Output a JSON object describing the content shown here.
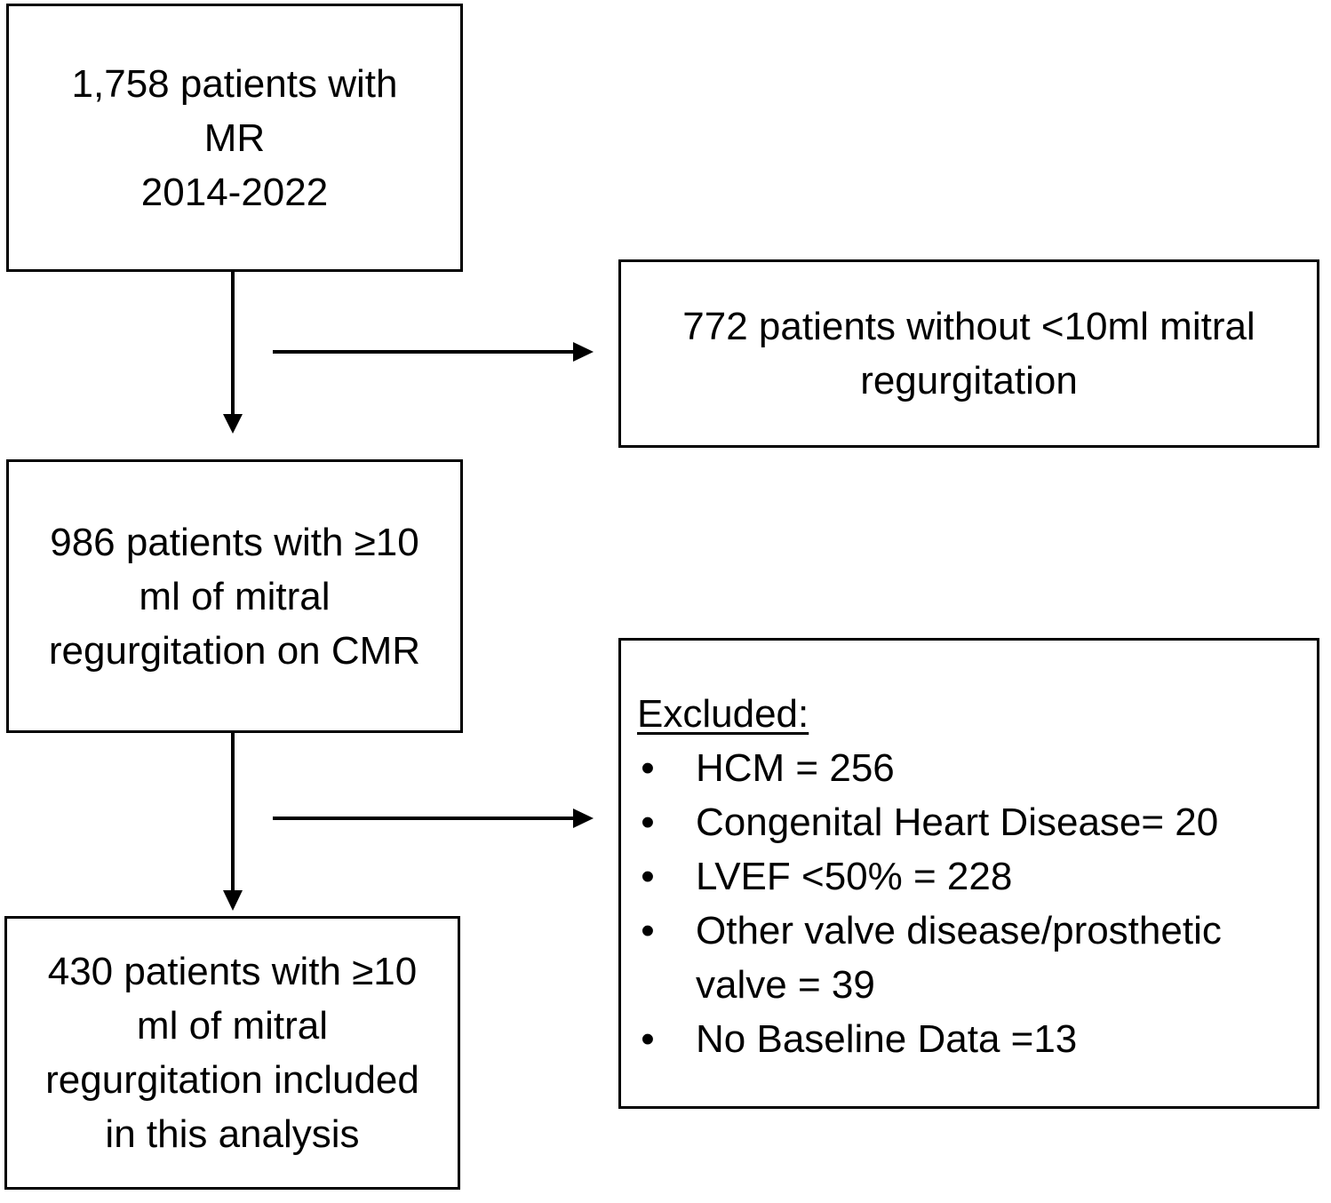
{
  "boxes": {
    "start": {
      "lines": [
        "1,758 patients with",
        "MR",
        "2014-2022"
      ]
    },
    "exclusion_1": {
      "lines": [
        "772 patients without <10ml mitral",
        "regurgitation"
      ]
    },
    "middle": {
      "lines": [
        "986 patients with ≥10",
        "ml of mitral",
        "regurgitation on CMR"
      ]
    },
    "final": {
      "lines": [
        "430 patients with ≥10",
        "ml of mitral",
        "regurgitation included",
        "in this analysis"
      ]
    },
    "exclusion_2": {
      "title": "Excluded:",
      "bullet": "•",
      "items": [
        "HCM = 256",
        "Congenital Heart Disease= 20",
        "LVEF <50% = 228",
        "Other valve disease/prosthetic valve = 39",
        "No Baseline Data =13"
      ]
    }
  },
  "colors": {
    "line": "#000000",
    "background": "#ffffff"
  }
}
